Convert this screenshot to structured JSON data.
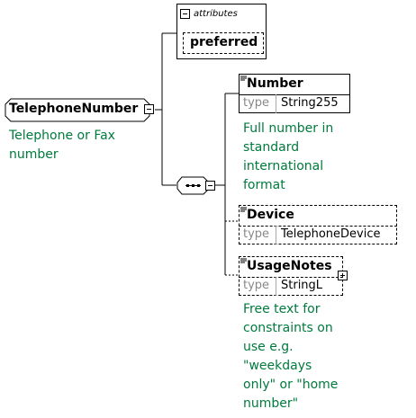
{
  "root": {
    "name": "TelephoneNumber",
    "documentation": [
      "Telephone or Fax",
      "number"
    ]
  },
  "attributes": {
    "title": "attributes",
    "items": [
      "preferred"
    ]
  },
  "children": [
    {
      "name": "Number",
      "type_label": "type",
      "type_value": "String255",
      "documentation": [
        "Full number in",
        "standard",
        "international",
        "format"
      ]
    },
    {
      "name": "Device",
      "type_label": "type",
      "type_value": "TelephoneDevice",
      "documentation": []
    },
    {
      "name": "UsageNotes",
      "type_label": "type",
      "type_value": "StringL",
      "documentation": [
        "Free text for",
        "constraints on",
        "use e.g.",
        "\"weekdays",
        "only\" or \"home",
        "number\""
      ]
    }
  ]
}
